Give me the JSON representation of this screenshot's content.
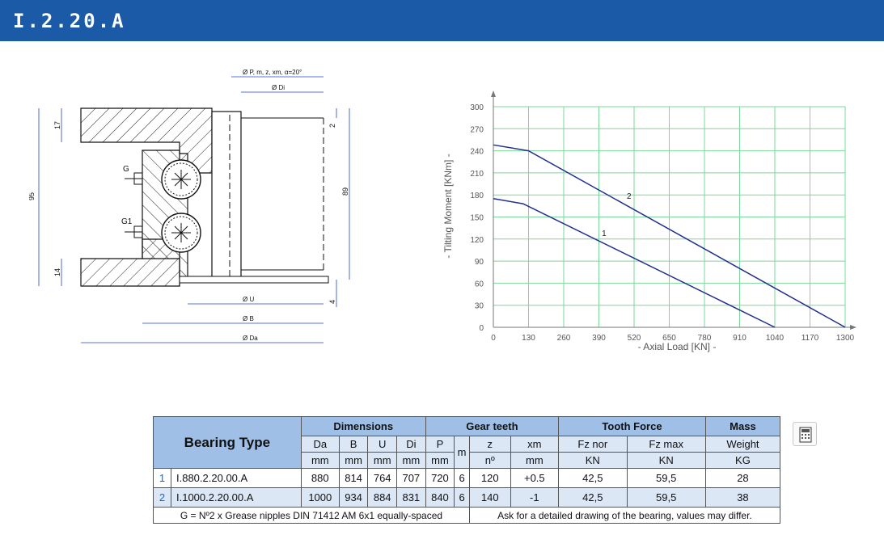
{
  "header": {
    "title": "I.2.20.A",
    "color": "#1a5aa6"
  },
  "drawing": {
    "labels": {
      "p_m_z": "Ø P, m, z, xm, α=20°",
      "di": "Ø Di",
      "u": "Ø U",
      "b": "Ø B",
      "da": "Ø Da",
      "d17": "17",
      "d95": "95",
      "d14": "14",
      "d2": "2",
      "d89": "89",
      "d4": "4",
      "g": "G",
      "g1": "G1"
    }
  },
  "chart_data": {
    "type": "line",
    "xlabel": "-  Axial Load  [KN]  -",
    "ylabel": "-  Tilting Moment  [KNm]  -",
    "xlim": [
      0,
      1300
    ],
    "ylim": [
      0,
      300
    ],
    "x_ticks": [
      "0",
      "130",
      "260",
      "390",
      "520",
      "650",
      "780",
      "910",
      "1040",
      "1170",
      "1300"
    ],
    "y_ticks": [
      "30",
      "60",
      "90",
      "120",
      "150",
      "180",
      "210",
      "240",
      "270",
      "300"
    ],
    "grid": true,
    "line_color": "#1f2f8c",
    "grid_color": "#7bd89a",
    "series": [
      {
        "name": "1",
        "points": [
          [
            0,
            175
          ],
          [
            110,
            168
          ],
          [
            1040,
            0
          ]
        ]
      },
      {
        "name": "2",
        "points": [
          [
            0,
            248
          ],
          [
            130,
            240
          ],
          [
            1300,
            0
          ]
        ]
      }
    ]
  },
  "table": {
    "bearing_type_header": "Bearing Type",
    "groups": {
      "dimensions": "Dimensions",
      "gear_teeth": "Gear teeth",
      "tooth_force": "Tooth Force",
      "mass": "Mass"
    },
    "columns": [
      {
        "name": "Da",
        "unit": "mm"
      },
      {
        "name": "B",
        "unit": "mm"
      },
      {
        "name": "U",
        "unit": "mm"
      },
      {
        "name": "Di",
        "unit": "mm"
      },
      {
        "name": "P",
        "unit": "mm"
      },
      {
        "name": "m",
        "unit": ""
      },
      {
        "name": "z",
        "unit": "nº"
      },
      {
        "name": "xm",
        "unit": "mm"
      },
      {
        "name": "Fz nor",
        "unit": "KN"
      },
      {
        "name": "Fz max",
        "unit": "KN"
      },
      {
        "name": "Weight",
        "unit": "KG"
      }
    ],
    "rows": [
      {
        "index": "1",
        "name": "I.880.2.20.00.A",
        "values": [
          "880",
          "814",
          "764",
          "707",
          "720",
          "6",
          "120",
          "+0.5",
          "42,5",
          "59,5",
          "28"
        ]
      },
      {
        "index": "2",
        "name": "I.1000.2.20.00.A",
        "values": [
          "1000",
          "934",
          "884",
          "831",
          "840",
          "6",
          "140",
          "-1",
          "42,5",
          "59,5",
          "38"
        ]
      }
    ],
    "footnote_left": "G = Nº2 x Grease nipples DIN 71412 AM 6x1 equally-spaced",
    "footnote_right": "Ask for a detailed drawing of the bearing, values may differ."
  },
  "icons": {
    "calculator": "calculator-icon"
  }
}
